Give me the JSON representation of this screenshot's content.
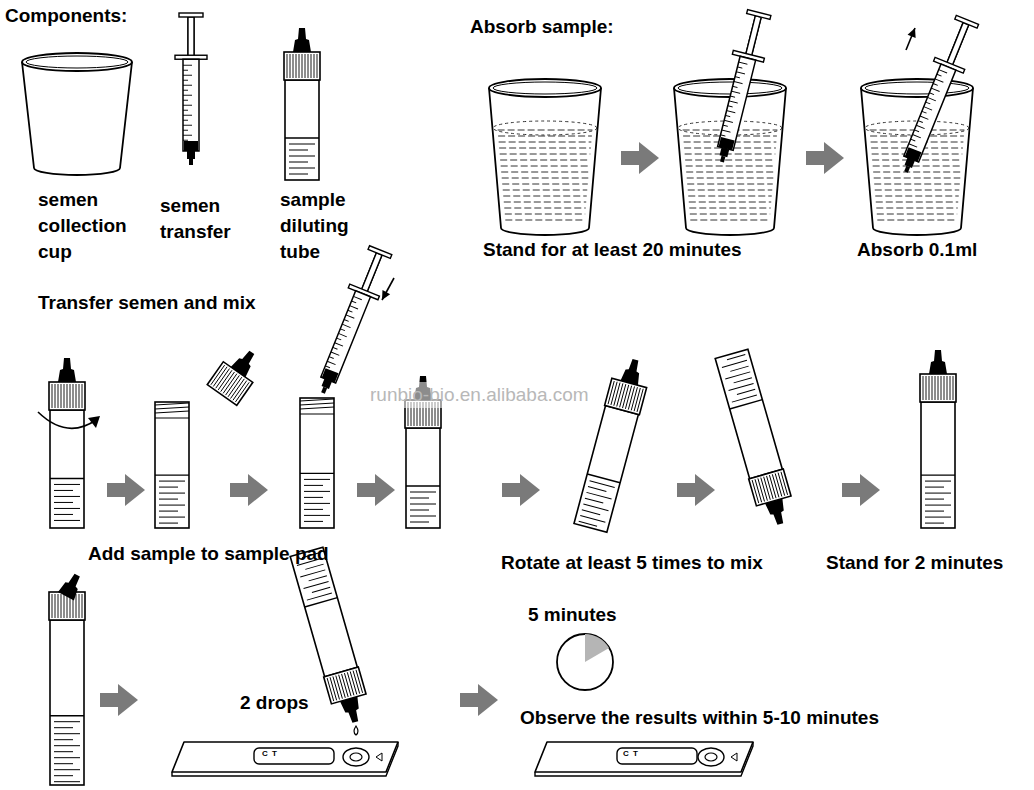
{
  "diagram": {
    "labels": [
      "Components:",
      "semen collection cup",
      "semen transfer",
      "sample diluting tube",
      "Absorb sample:",
      "Stand for at least 20 minutes",
      "Absorb 0.1ml",
      "Transfer semen and mix",
      "runbio-bio.en.alibaba.com",
      "Add sample to sample pad",
      "Rotate at least 5 times to mix",
      "Stand for 2 minutes",
      "2 drops",
      "5 minutes",
      "Observe the results within 5-10 minutes",
      "C",
      "T",
      "C",
      "T"
    ]
  }
}
